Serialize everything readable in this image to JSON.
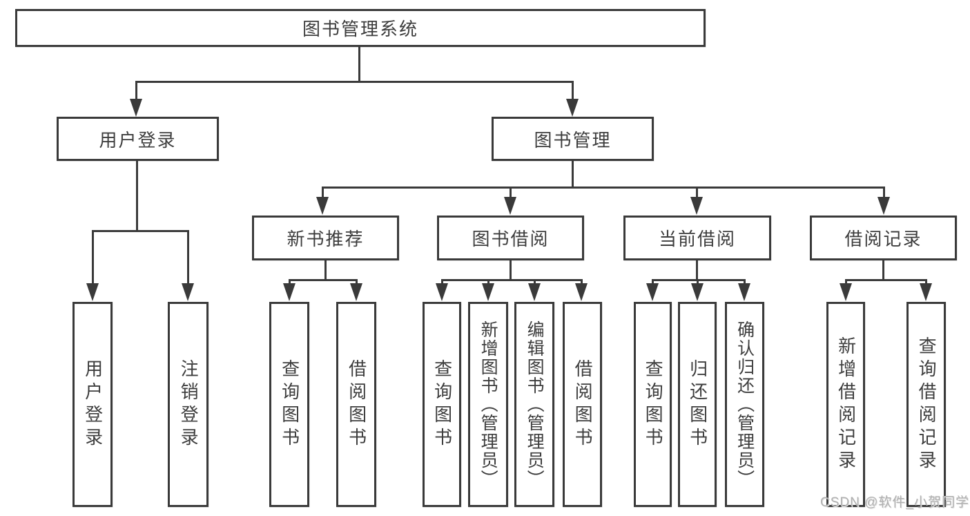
{
  "tree": {
    "root": {
      "label": "图书管理系统"
    },
    "children": [
      {
        "label": "用户登录",
        "leaves": [
          "用户登录",
          "注销登录"
        ]
      },
      {
        "label": "图书管理",
        "children": [
          {
            "label": "新书推荐",
            "leaves": [
              "查询图书",
              "借阅图书"
            ]
          },
          {
            "label": "图书借阅",
            "leaves": [
              "查询图书",
              "新增图书（管理员）",
              "编辑图书（管理员）",
              "借阅图书"
            ]
          },
          {
            "label": "当前借阅",
            "leaves": [
              "查询图书",
              "归还图书",
              "确认归还（管理员）"
            ]
          },
          {
            "label": "借阅记录",
            "leaves": [
              "新增借阅记录",
              "查询借阅记录"
            ]
          }
        ]
      }
    ]
  },
  "watermark": {
    "text": "CSDN @软件_小贺同学"
  },
  "colors": {
    "line": "#3a3a3a",
    "text": "#3d3d3d",
    "watermark": "#b0b0b0",
    "background": "#ffffff"
  }
}
